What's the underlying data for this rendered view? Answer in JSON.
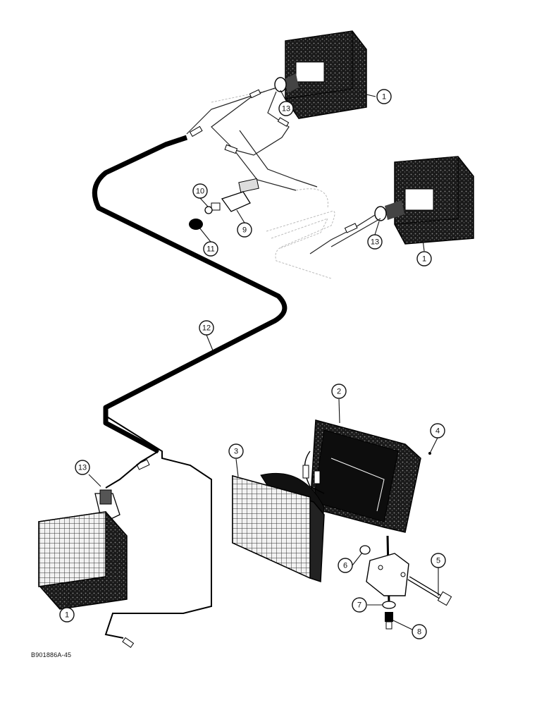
{
  "figure": {
    "id": "B901886A-45"
  },
  "callouts": [
    {
      "key": "lamp-top-right",
      "label": "1"
    },
    {
      "key": "grommet-top-right",
      "label": "13"
    },
    {
      "key": "lamp-right",
      "label": "1"
    },
    {
      "key": "grommet-right",
      "label": "13"
    },
    {
      "key": "nut-switch",
      "label": "10"
    },
    {
      "key": "switch",
      "label": "9"
    },
    {
      "key": "knob",
      "label": "11"
    },
    {
      "key": "harness",
      "label": "12"
    },
    {
      "key": "lamp-housing",
      "label": "2"
    },
    {
      "key": "lamp-lens",
      "label": "3"
    },
    {
      "key": "screw",
      "label": "4"
    },
    {
      "key": "bolt",
      "label": "5"
    },
    {
      "key": "nut",
      "label": "6"
    },
    {
      "key": "washer",
      "label": "7"
    },
    {
      "key": "bulb-socket",
      "label": "8"
    },
    {
      "key": "grommet-left",
      "label": "13"
    },
    {
      "key": "lamp-left",
      "label": "1"
    }
  ]
}
